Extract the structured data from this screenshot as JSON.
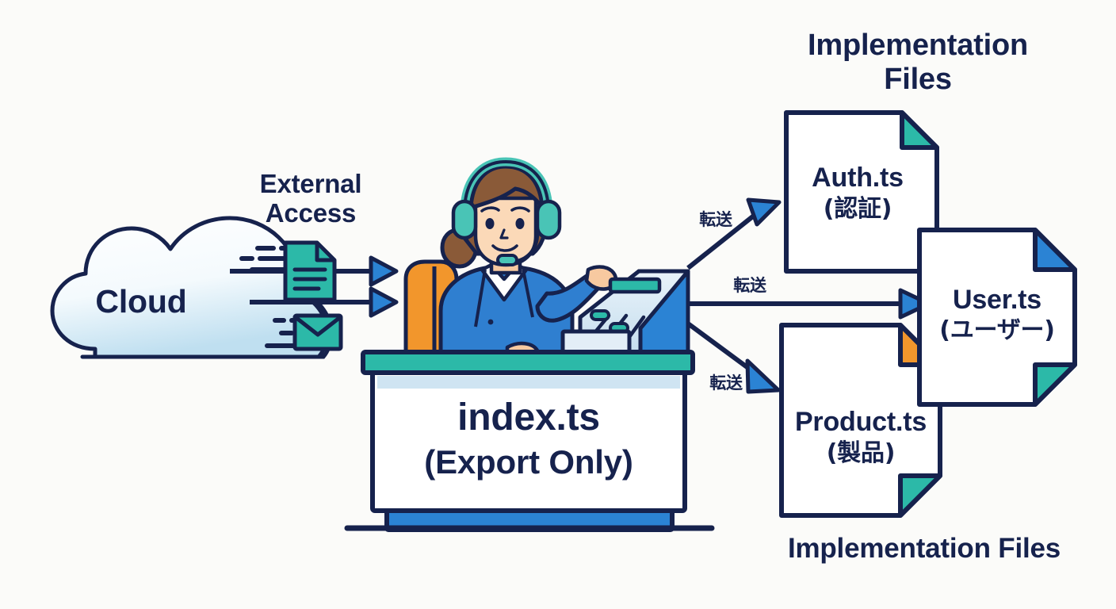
{
  "diagram": {
    "title_top_right": "Implementation\nFiles",
    "caption_bottom_right": "Implementation Files",
    "background_color": "#fbfbf9",
    "ink_color": "#16224d",
    "accent_teal": "#2cb9a8",
    "accent_blue": "#2b83d4",
    "accent_orange": "#f2962c",
    "accent_lightblue": "#cfe4f2"
  },
  "source": {
    "label": "Cloud",
    "icon": "cloud-icon",
    "fill": "#d6ecf7"
  },
  "inbound": {
    "group_label": "External\nAccess",
    "items": [
      {
        "icon": "document-icon",
        "color": "#2cb9a8"
      },
      {
        "icon": "envelope-icon",
        "color": "#2cb9a8"
      }
    ],
    "arrow_count": 2,
    "arrow_color": "#2b83d4"
  },
  "hub": {
    "name": "index.ts",
    "subtitle": "(Export Only)",
    "operator_icon": "receptionist-with-headset-icon",
    "desk_top_color": "#2cb9a8",
    "desk_face_color": "#ffffff",
    "desk_base_color": "#2b83d4",
    "chair_color": "#f2962c",
    "suit_color": "#2f7fd0",
    "headset_color": "#49c4b6",
    "console_icon": "switchboard-console-icon"
  },
  "forward_arrows": [
    {
      "label": "転送",
      "direction": "up-right",
      "target": "Auth.ts"
    },
    {
      "label": "転送",
      "direction": "right",
      "target": "User.ts"
    },
    {
      "label": "転送",
      "direction": "down-right",
      "target": "Product.ts"
    }
  ],
  "files": [
    {
      "name": "Auth.ts",
      "subtitle": "(認証)",
      "corner_top_color": "#2cb9a8",
      "corner_bottom_color": null,
      "icon": "file-icon"
    },
    {
      "name": "User.ts",
      "subtitle": "(ユーザー)",
      "corner_top_color": "#2b83d4",
      "corner_bottom_color": "#2cb9a8",
      "icon": "file-icon"
    },
    {
      "name": "Product.ts",
      "subtitle": "(製品)",
      "corner_top_color": "#f2962c",
      "corner_bottom_color": "#2cb9a8",
      "icon": "file-icon"
    }
  ]
}
